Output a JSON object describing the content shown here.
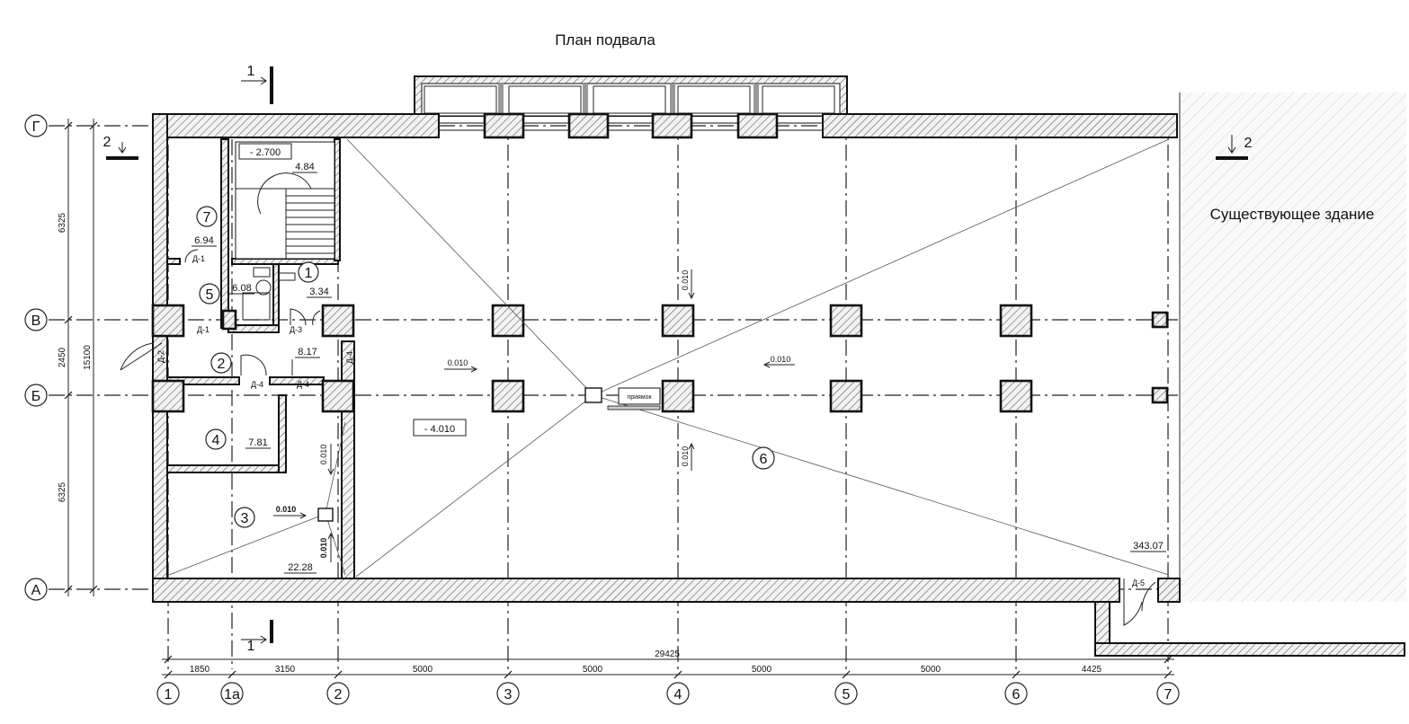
{
  "title": "План подвала",
  "existing_building": "Существующее здание",
  "axes_horizontal": [
    "1",
    "1а",
    "2",
    "3",
    "4",
    "5",
    "6",
    "7"
  ],
  "axes_vertical": [
    "Г",
    "В",
    "Б",
    "А"
  ],
  "section_marks": {
    "s1": "1",
    "s2": "2"
  },
  "dimensions": {
    "bottom": [
      "1850",
      "3150",
      "5000",
      "5000",
      "5000",
      "5000",
      "4425"
    ],
    "bottom_total": "29425",
    "left": [
      "6325",
      "2450",
      "6325"
    ],
    "left_total": "15100"
  },
  "rooms": [
    {
      "num": "1",
      "area": "3.34"
    },
    {
      "num": "2",
      "area": "8.17"
    },
    {
      "num": "3",
      "area": "22.28"
    },
    {
      "num": "4",
      "area": "7.81"
    },
    {
      "num": "5",
      "area": "6.08"
    },
    {
      "num": "6",
      "area": "343.07"
    },
    {
      "num": "7",
      "area": "6.94"
    }
  ],
  "stair_area": "4.84",
  "levels": {
    "stair": "- 2.700",
    "floor": "- 4.010"
  },
  "slopes": [
    "0.010",
    "0.010",
    "0.010",
    "0.010",
    "0.010",
    "0.010",
    "0.010"
  ],
  "doors": [
    "Д-1",
    "Д-1",
    "Д-2",
    "Д-3",
    "Д-4",
    "Д-4",
    "Д-4",
    "Д-5"
  ],
  "pump_label": "приямок"
}
